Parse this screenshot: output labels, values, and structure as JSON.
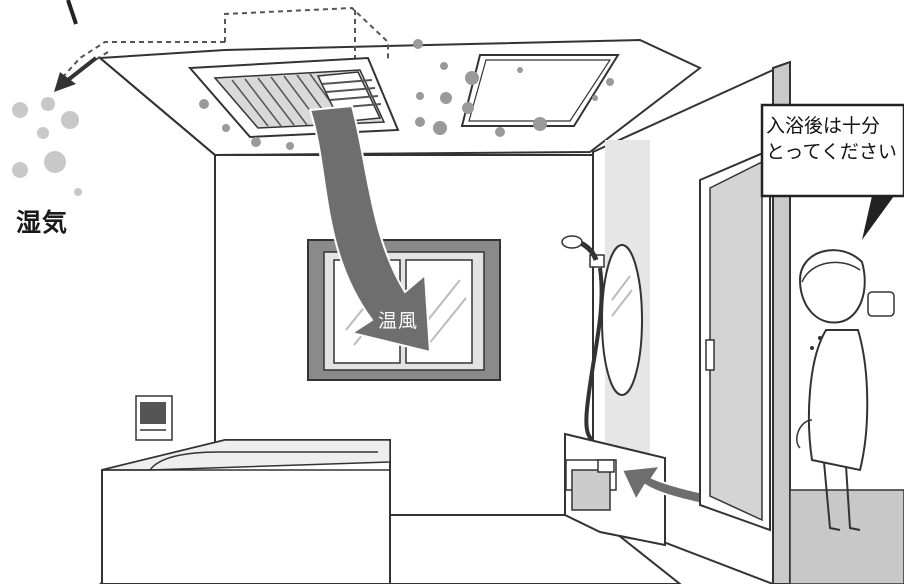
{
  "labels": {
    "humidity": "湿気",
    "warm_air": "温風"
  },
  "speech_bubble": {
    "line1": "入浴後は十分",
    "line2": "とってください"
  },
  "colors": {
    "line": "#333333",
    "gray_fill": "#b8b8b8",
    "dark_gray": "#7a7a7a",
    "arrow_fill": "#6e6e6e",
    "floor_gray": "#c8c8c8"
  }
}
